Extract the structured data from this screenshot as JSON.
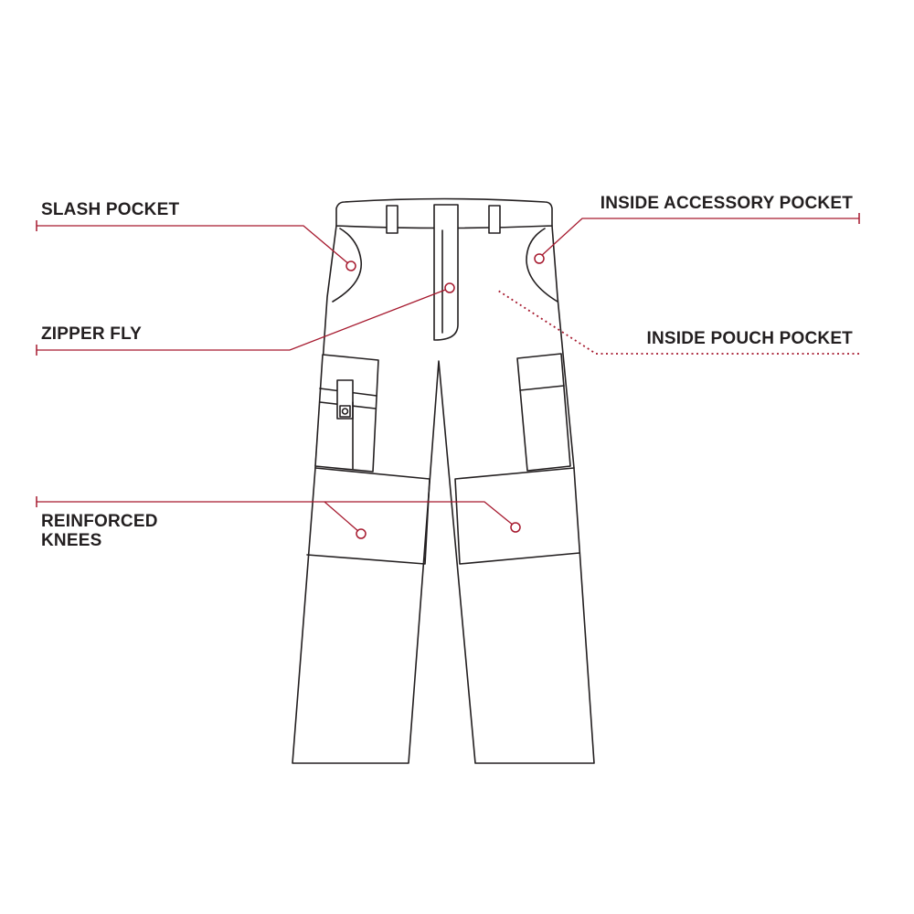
{
  "colors": {
    "outline": "#231f20",
    "callout": "#a6192e",
    "background": "#ffffff"
  },
  "callouts": {
    "slash_pocket": "SLASH POCKET",
    "zipper_fly": "ZIPPER FLY",
    "reinforced_knees_line1": "REINFORCED",
    "reinforced_knees_line2": "KNEES",
    "inside_accessory_pocket": "INSIDE ACCESSORY POCKET",
    "inside_pouch_pocket": "INSIDE POUCH POCKET"
  }
}
